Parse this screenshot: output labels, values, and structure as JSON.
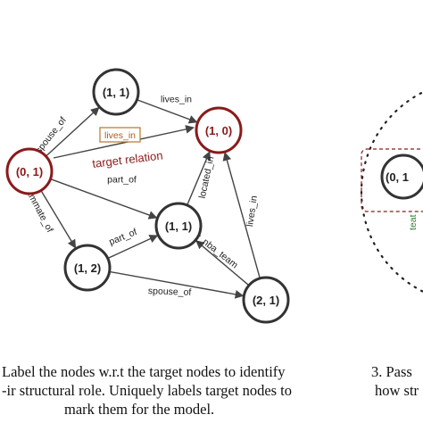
{
  "nodes": [
    {
      "id": "a",
      "label": "(0, 1)"
    },
    {
      "id": "b",
      "label": "(1, 1)"
    },
    {
      "id": "c",
      "label": "(1, 0)"
    },
    {
      "id": "d",
      "label": "(1, 1)"
    },
    {
      "id": "e",
      "label": "(1, 2)"
    },
    {
      "id": "f",
      "label": "(2, 1)"
    }
  ],
  "edges": [
    {
      "from": "a",
      "to": "b",
      "label": "spouse_of"
    },
    {
      "from": "b",
      "to": "c",
      "label": "lives_in"
    },
    {
      "from": "a",
      "to": "d",
      "label": "part_of"
    },
    {
      "from": "a",
      "to": "e",
      "label": "teammate_of"
    },
    {
      "from": "e",
      "to": "d",
      "label": "part_of"
    },
    {
      "from": "d",
      "to": "c",
      "label": "located_in"
    },
    {
      "from": "f",
      "to": "c",
      "label": "lives_in"
    },
    {
      "from": "f",
      "to": "d",
      "label": "fav_nba_team"
    },
    {
      "from": "e",
      "to": "f",
      "label": "spouse_of"
    }
  ],
  "target_relation": {
    "box_label": "lives_in",
    "label": "target relation"
  },
  "caption_left": [
    "Label the nodes w.r.t the target nodes to identify",
    "-ir structural role. Uniquely labels target nodes to",
    "mark them for the model."
  ],
  "caption_right": [
    "3. Pass",
    "how str"
  ],
  "right_panel": {
    "node_label": "(0, 1",
    "faded_edge_label": "teat"
  },
  "colors": {
    "target": "#8b1a1a",
    "relation_box": "#b8742a",
    "node_stroke": "#333333"
  }
}
